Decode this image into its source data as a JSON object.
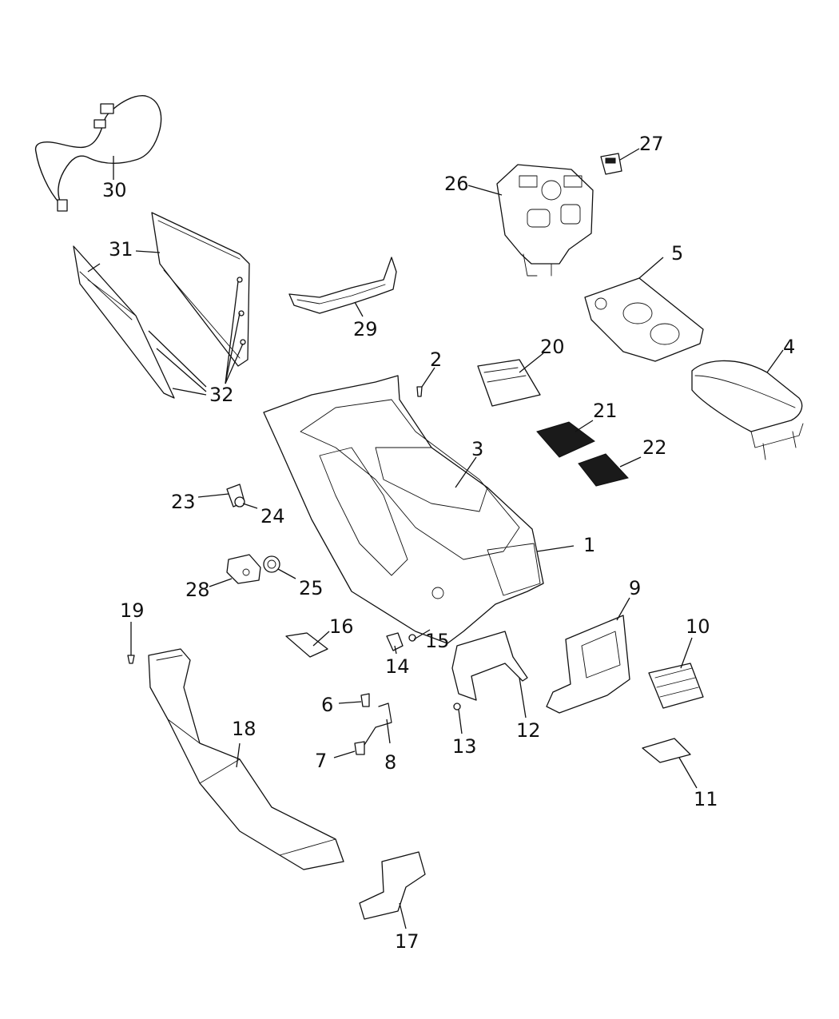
{
  "diagram": {
    "callouts": [
      {
        "id": "c1",
        "label": "1"
      },
      {
        "id": "c2",
        "label": "2"
      },
      {
        "id": "c3",
        "label": "3"
      },
      {
        "id": "c4",
        "label": "4"
      },
      {
        "id": "c5",
        "label": "5"
      },
      {
        "id": "c6",
        "label": "6"
      },
      {
        "id": "c7",
        "label": "7"
      },
      {
        "id": "c8",
        "label": "8"
      },
      {
        "id": "c9",
        "label": "9"
      },
      {
        "id": "c10",
        "label": "10"
      },
      {
        "id": "c11",
        "label": "11"
      },
      {
        "id": "c12",
        "label": "12"
      },
      {
        "id": "c13",
        "label": "13"
      },
      {
        "id": "c14",
        "label": "14"
      },
      {
        "id": "c15",
        "label": "15"
      },
      {
        "id": "c16",
        "label": "16"
      },
      {
        "id": "c17",
        "label": "17"
      },
      {
        "id": "c18",
        "label": "18"
      },
      {
        "id": "c19",
        "label": "19"
      },
      {
        "id": "c20",
        "label": "20"
      },
      {
        "id": "c21",
        "label": "21"
      },
      {
        "id": "c22",
        "label": "22"
      },
      {
        "id": "c23",
        "label": "23"
      },
      {
        "id": "c24",
        "label": "24"
      },
      {
        "id": "c25",
        "label": "25"
      },
      {
        "id": "c26",
        "label": "26"
      },
      {
        "id": "c27",
        "label": "27"
      },
      {
        "id": "c28",
        "label": "28"
      },
      {
        "id": "c29",
        "label": "29"
      },
      {
        "id": "c30",
        "label": "30"
      },
      {
        "id": "c31",
        "label": "31"
      },
      {
        "id": "c32",
        "label": "32"
      }
    ]
  }
}
